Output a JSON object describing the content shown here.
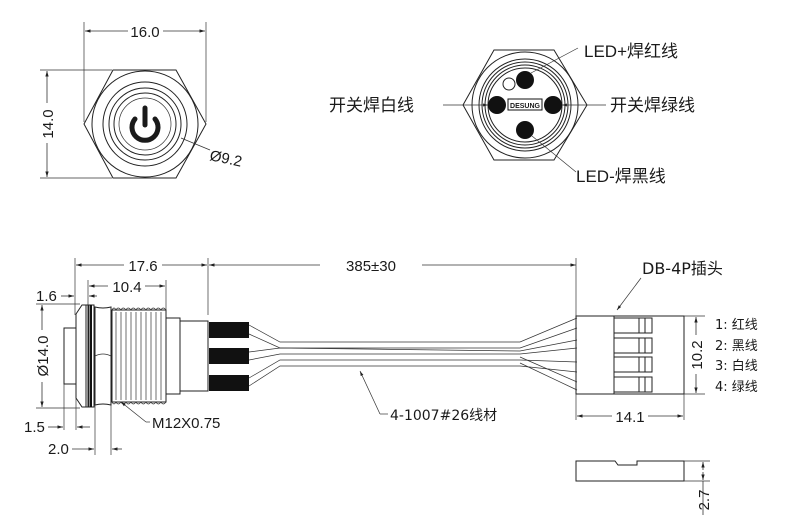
{
  "front_view": {
    "width_dim": "16.0",
    "height_dim": "14.0",
    "diameter_dim": "Ø9.2",
    "icon": "power-icon"
  },
  "rear_view": {
    "labels": {
      "led_plus": "LED+焊红线",
      "led_minus": "LED-焊黑线",
      "switch_white": "开关焊白线",
      "switch_green": "开关焊绿线"
    },
    "logo_text": "DESUNG"
  },
  "side_view": {
    "overall_length": "17.6",
    "thread_length": "10.4",
    "head_thickness": "1.6",
    "diameter": "Ø14.0",
    "button_protrusion": "1.5",
    "nut_thickness": "2.0",
    "thread_spec": "M12X0.75"
  },
  "cable": {
    "length": "385±30",
    "wire_spec": "4-1007#26线材"
  },
  "connector": {
    "name": "DB-4P插头",
    "width": "14.1",
    "height": "10.2",
    "depth": "2.7",
    "pins": [
      {
        "label": "1:  红线"
      },
      {
        "label": "2:  黑线"
      },
      {
        "label": "3:  白线"
      },
      {
        "label": "4:  绿线"
      }
    ]
  }
}
